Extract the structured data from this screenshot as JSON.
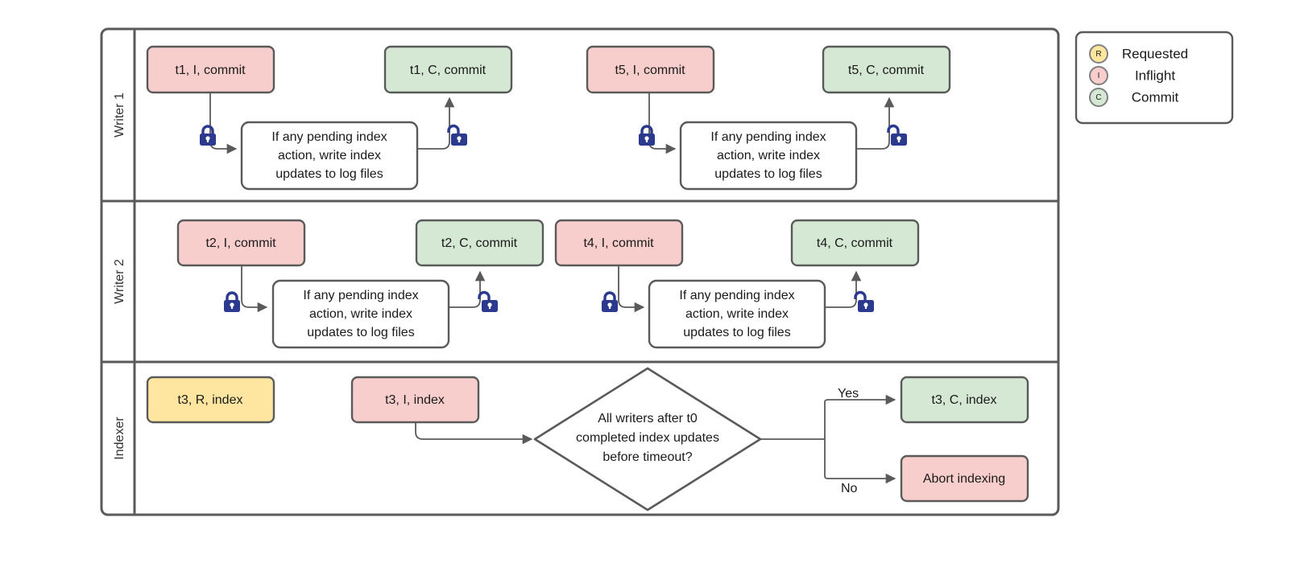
{
  "diagram": {
    "title": "Writer / Indexer concurrency swimlane flowchart",
    "colors": {
      "inflight": "#f8cecc",
      "commit": "#d5e8d4",
      "requested": "#ffe6a0",
      "border": "#5a5a5a",
      "lock": "#2b3a8f",
      "text": "#1a1a1a",
      "background": "#ffffff"
    }
  },
  "lanes": [
    {
      "id": "writer1",
      "label": "Writer 1"
    },
    {
      "id": "writer2",
      "label": "Writer 2"
    },
    {
      "id": "indexer",
      "label": "Indexer"
    }
  ],
  "nodes": {
    "w1_t1_inflight": {
      "label": "t1, I, commit",
      "state": "inflight"
    },
    "w1_t1_commit": {
      "label": "t1, C, commit",
      "state": "commit"
    },
    "w1_t5_inflight": {
      "label": "t5, I, commit",
      "state": "inflight"
    },
    "w1_t5_commit": {
      "label": "t5, C, commit",
      "state": "commit"
    },
    "w2_t2_inflight": {
      "label": "t2, I, commit",
      "state": "inflight"
    },
    "w2_t2_commit": {
      "label": "t2, C, commit",
      "state": "commit"
    },
    "w2_t4_inflight": {
      "label": "t4, I, commit",
      "state": "inflight"
    },
    "w2_t4_commit": {
      "label": "t4, C, commit",
      "state": "commit"
    },
    "idx_t3_requested": {
      "label": "t3, R, index",
      "state": "requested"
    },
    "idx_t3_inflight": {
      "label": "t3, I, index",
      "state": "inflight"
    },
    "idx_t3_commit": {
      "label": "t3, C, index",
      "state": "commit"
    },
    "idx_abort": {
      "label": "Abort indexing",
      "state": "inflight"
    }
  },
  "process_box": {
    "line1": "If any pending index",
    "line2": "action, write index",
    "line3": "updates to log files"
  },
  "decision": {
    "line1": "All writers after t0",
    "line2": "completed index updates",
    "line3": "before timeout?",
    "yes_label": "Yes",
    "no_label": "No"
  },
  "locks": {
    "closed_name": "lock-closed-icon",
    "open_name": "lock-open-icon"
  },
  "legend": {
    "items": [
      {
        "badge": "R",
        "label": "Requested",
        "color": "#ffe6a0"
      },
      {
        "badge": "I",
        "label": "Inflight",
        "color": "#f8cecc"
      },
      {
        "badge": "C",
        "label": "Commit",
        "color": "#d5e8d4"
      }
    ]
  }
}
